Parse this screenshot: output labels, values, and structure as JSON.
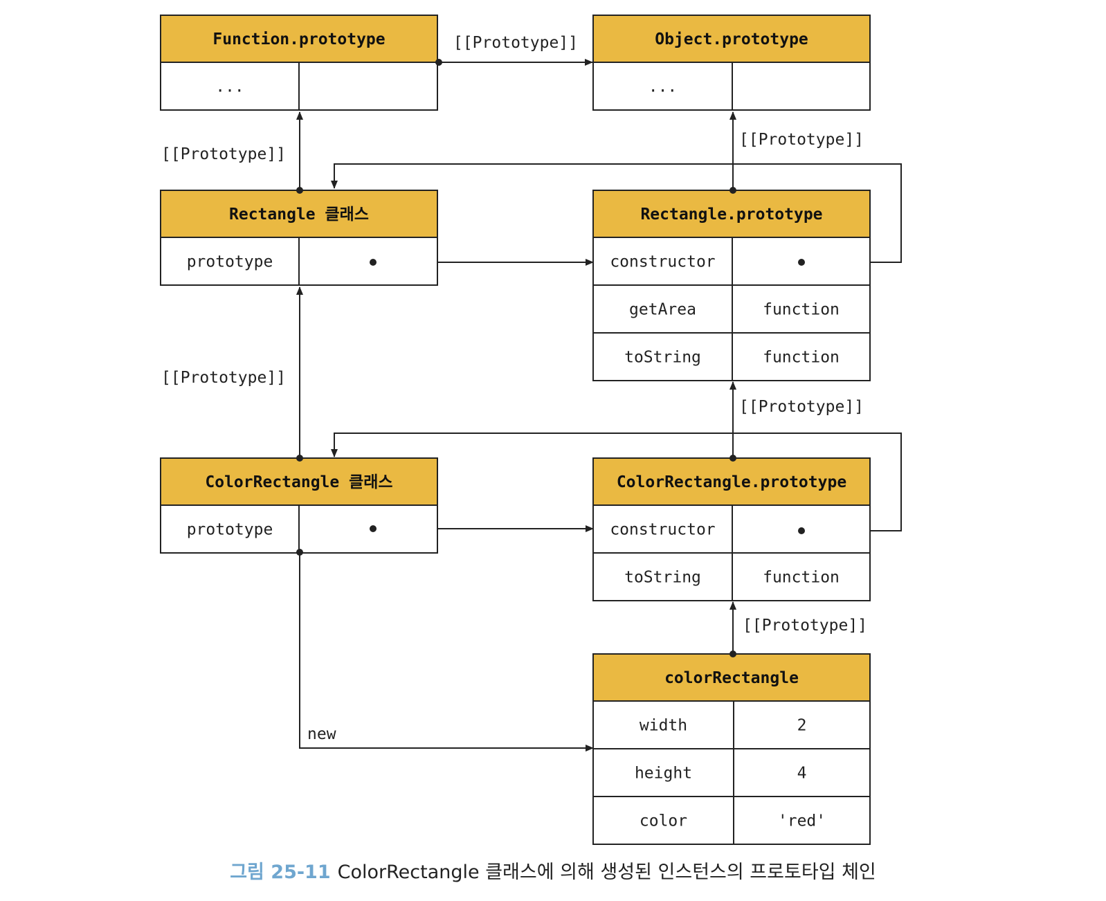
{
  "boxes": {
    "function_prototype": {
      "title": "Function.prototype",
      "rows": [
        [
          "...",
          ""
        ]
      ]
    },
    "object_prototype": {
      "title": "Object.prototype",
      "rows": [
        [
          "...",
          ""
        ]
      ]
    },
    "rectangle_class": {
      "title": "Rectangle 클래스",
      "rows": [
        [
          "prototype",
          ""
        ]
      ]
    },
    "rectangle_prototype": {
      "title": "Rectangle.prototype",
      "rows": [
        [
          "constructor",
          ""
        ],
        [
          "getArea",
          "function"
        ],
        [
          "toString",
          "function"
        ]
      ]
    },
    "colorrectangle_class": {
      "title": "ColorRectangle 클래스",
      "rows": [
        [
          "prototype",
          ""
        ]
      ]
    },
    "colorrectangle_prototype": {
      "title": "ColorRectangle.prototype",
      "rows": [
        [
          "constructor",
          ""
        ],
        [
          "toString",
          "function"
        ]
      ]
    },
    "color_rectangle": {
      "title": "colorRectangle",
      "rows": [
        [
          "width",
          "2"
        ],
        [
          "height",
          "4"
        ],
        [
          "color",
          "'red'"
        ]
      ]
    }
  },
  "edge_labels": {
    "function_to_object": "[[Prototype]]",
    "rectproto_to_object": "[[Prototype]]",
    "rectclass_to_function": "[[Prototype]]",
    "colorclass_to_rectclass": "[[Prototype]]",
    "colorproto_to_rectproto": "[[Prototype]]",
    "instance_to_colorproto": "[[Prototype]]",
    "new_label": "new"
  },
  "caption": {
    "number": "그림 25-11",
    "text": "ColorRectangle 클래스에 의해 생성된 인스턴스의 프로토타입 체인"
  },
  "colors": {
    "header_fill": "#eab942",
    "line": "#222222",
    "caption_number": "#6fa6cf"
  }
}
